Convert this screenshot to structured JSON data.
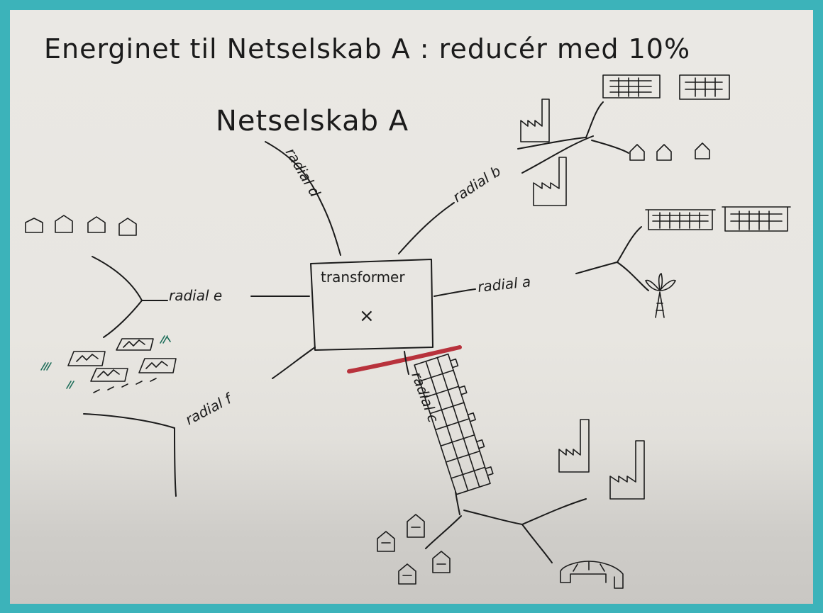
{
  "title": "Energinet til Netselskab A : reducér med 10%",
  "network_name": "Netselskab A",
  "center": {
    "label": "transformer",
    "mark": "×"
  },
  "radials": {
    "a": "radial a",
    "b": "radial b",
    "c": "radial c",
    "d": "radial d",
    "e": "radial e",
    "f": "radial f"
  },
  "colors": {
    "frame": "#3cb3ba",
    "paper": "#e8e6e1",
    "ink": "#1b1b1b",
    "cut_marker": "#b8323c",
    "green_ink": "#1e6e5a"
  },
  "icons": [
    "factory-icon",
    "house-icon",
    "office-building-icon",
    "apartment-block-icon",
    "wind-turbine-icon",
    "greenhouse-icon",
    "farm-icon"
  ]
}
